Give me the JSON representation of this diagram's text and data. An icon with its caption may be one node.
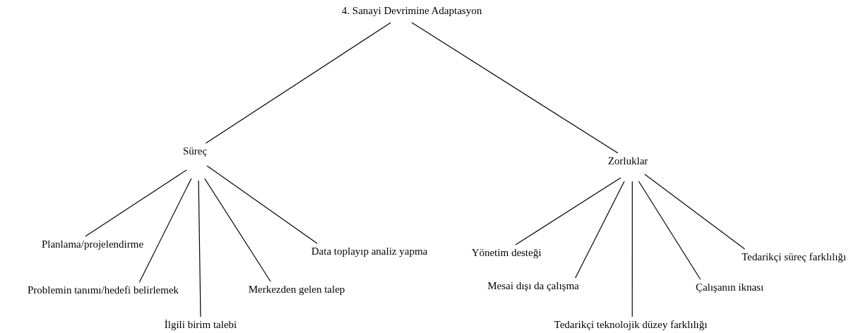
{
  "diagram": {
    "nodes": [
      {
        "text": [
          "4. Sanayi Devrimine Adaptasyon"
        ]
      },
      {
        "text": [
          "Süreç"
        ]
      },
      {
        "text": [
          "Zorluklar"
        ]
      },
      {
        "text": [
          "Planlama/projelendirme"
        ]
      },
      {
        "text": [
          "Problemin tanımı/hedefi belirlemek"
        ]
      },
      {
        "text": [
          "İlgili birim talebi"
        ]
      },
      {
        "text": [
          "Merkezden gelen talep"
        ]
      },
      {
        "text": [
          "Data toplayıp analiz yapma"
        ]
      },
      {
        "text": [
          "Yönetim desteği"
        ]
      },
      {
        "text": [
          "Mesai dışı da çalışma"
        ]
      },
      {
        "text": [
          "Tedarikçi teknolojik düzey farklılığı"
        ]
      },
      {
        "text": [
          "Çalışanın iknası"
        ]
      },
      {
        "text": [
          "Tedarikçi süreç farklılığı"
        ]
      }
    ],
    "edges": [
      {
        "from": 0,
        "to": 1,
        "arrow": "none"
      },
      {
        "from": 0,
        "to": 2,
        "arrow": "none"
      },
      {
        "from": 1,
        "to": 3,
        "arrow": "none"
      },
      {
        "from": 1,
        "to": 4,
        "arrow": "none"
      },
      {
        "from": 1,
        "to": 5,
        "arrow": "none"
      },
      {
        "from": 1,
        "to": 6,
        "arrow": "none"
      },
      {
        "from": 1,
        "to": 7,
        "arrow": "none"
      },
      {
        "from": 2,
        "to": 8,
        "arrow": "none"
      },
      {
        "from": 2,
        "to": 9,
        "arrow": "none"
      },
      {
        "from": 2,
        "to": 10,
        "arrow": "none"
      },
      {
        "from": 2,
        "to": 11,
        "arrow": "none"
      },
      {
        "from": 2,
        "to": 12,
        "arrow": "none"
      }
    ]
  }
}
